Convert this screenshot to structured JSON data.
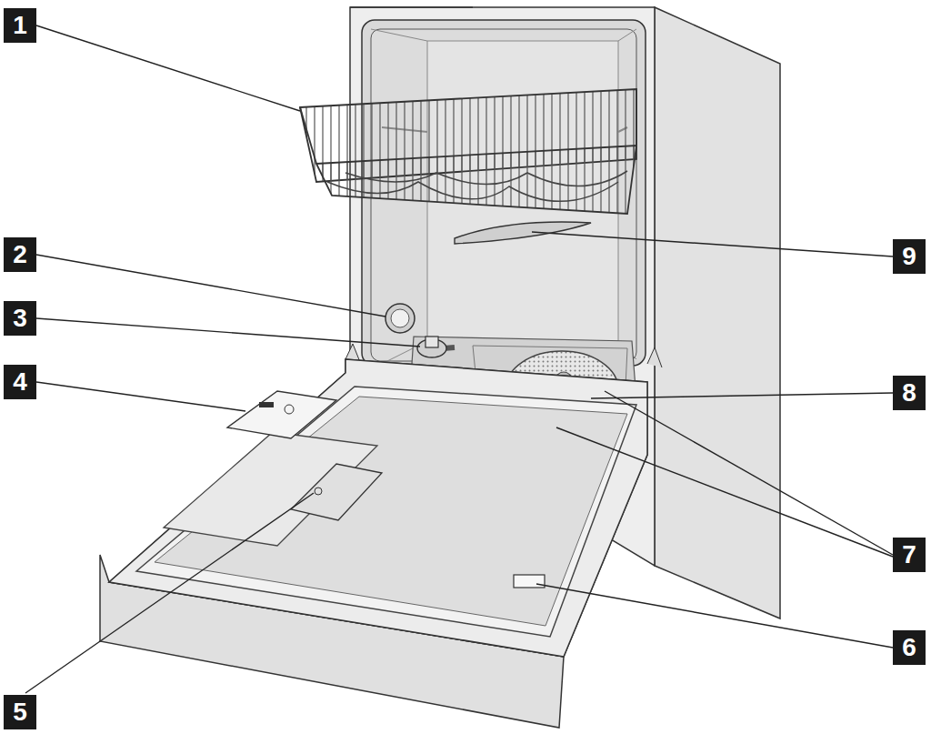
{
  "diagram": {
    "labels": [
      "1",
      "2",
      "3",
      "4",
      "5",
      "9",
      "8",
      "7",
      "6"
    ]
  }
}
